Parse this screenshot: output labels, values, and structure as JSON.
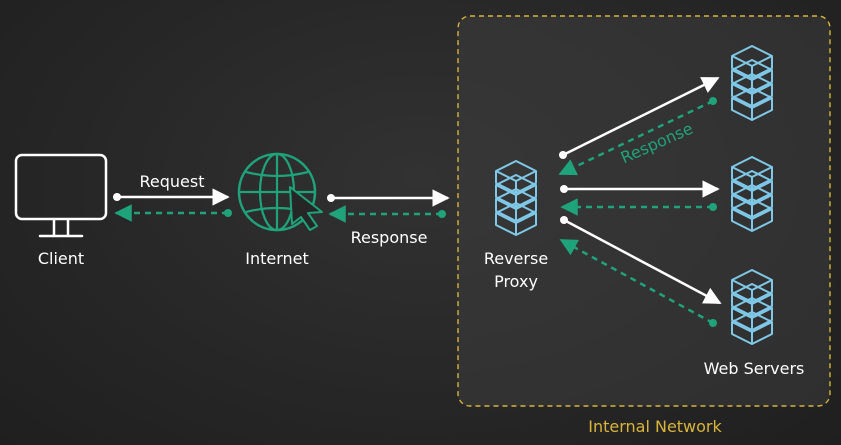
{
  "nodes": {
    "client": "Client",
    "internet": "Internet",
    "reverse_proxy_line1": "Reverse",
    "reverse_proxy_line2": "Proxy",
    "web_servers": "Web Servers"
  },
  "edges": {
    "request": "Request",
    "response_internet": "Response",
    "response_servers": "Response"
  },
  "region": {
    "internal_network": "Internal Network"
  },
  "colors": {
    "request_arrow": "#ffffff",
    "response_arrow": "#1fa37a",
    "server_stack": "#7fc8e8",
    "internal_network_border": "#d8b43a"
  }
}
